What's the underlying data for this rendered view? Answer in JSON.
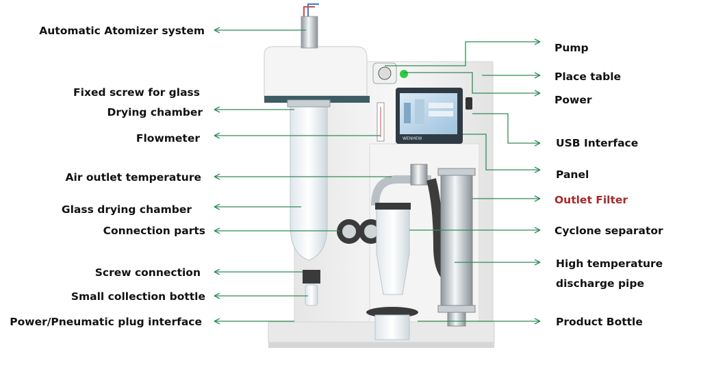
{
  "colors": {
    "leader_line": "#2e8b57",
    "label_text": "#111111",
    "highlight_label": "#a52a2a",
    "panel_frame": "#2f3b44",
    "frame_white": "#f2f2f2",
    "dark_ring": "#3a3a3a",
    "steel": "#b9c0c6"
  },
  "left_labels": [
    {
      "id": "atomizer",
      "text": "Automatic Atomizer system"
    },
    {
      "id": "fixed-screw",
      "text": "Fixed screw for glass"
    },
    {
      "id": "drying-chamber",
      "text": "Drying chamber"
    },
    {
      "id": "flowmeter",
      "text": "Flowmeter"
    },
    {
      "id": "air-outlet-temp",
      "text": "Air outlet temperature"
    },
    {
      "id": "glass-drying-chamber",
      "text": "Glass drying chamber"
    },
    {
      "id": "connection-parts",
      "text": "Connection parts"
    },
    {
      "id": "screw-connection",
      "text": "Screw connection"
    },
    {
      "id": "small-collection-bottle",
      "text": "Small collection bottle"
    },
    {
      "id": "power-plug-interface",
      "text": "Power/Pneumatic plug interface"
    }
  ],
  "right_labels": [
    {
      "id": "pump",
      "text": "Pump"
    },
    {
      "id": "place-table",
      "text": "Place table"
    },
    {
      "id": "power",
      "text": "Power"
    },
    {
      "id": "usb-interface",
      "text": "USB Interface"
    },
    {
      "id": "panel",
      "text": "Panel"
    },
    {
      "id": "outlet-filter",
      "text": "Outlet Filter",
      "highlight": true
    },
    {
      "id": "cyclone-separator",
      "text": "Cyclone separator"
    },
    {
      "id": "high-temp-pipe-1",
      "text": "High temperature"
    },
    {
      "id": "high-temp-pipe-2",
      "text": "discharge pipe"
    },
    {
      "id": "product-bottle",
      "text": "Product Bottle"
    }
  ],
  "screen": {
    "brand": "WENHEW"
  }
}
